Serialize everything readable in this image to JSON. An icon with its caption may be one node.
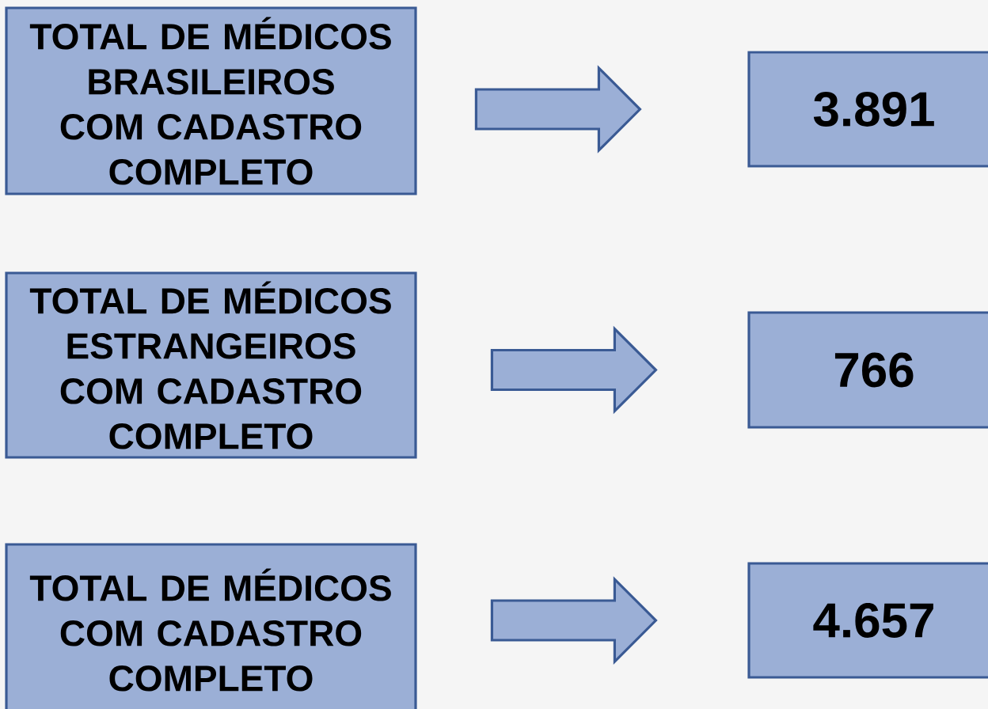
{
  "diagram": {
    "nodes": [
      {
        "text": [
          "TOTAL DE MÉDICOS BRASILEIROS COM CADASTRO COMPLETO"
        ]
      },
      {
        "text": [
          "3.891"
        ]
      },
      {
        "text": [
          "TOTAL DE MÉDICOS ESTRANGEIROS COM CADASTRO COMPLETO"
        ]
      },
      {
        "text": [
          "766"
        ]
      },
      {
        "text": [
          "TOTAL DE MÉDICOS COM CADASTRO COMPLETO"
        ]
      },
      {
        "text": [
          "4.657"
        ]
      }
    ],
    "edges": [
      {
        "from": 0,
        "to": 1,
        "arrow": "to"
      },
      {
        "from": 2,
        "to": 3,
        "arrow": "to"
      },
      {
        "from": 4,
        "to": 5,
        "arrow": "to"
      }
    ]
  }
}
